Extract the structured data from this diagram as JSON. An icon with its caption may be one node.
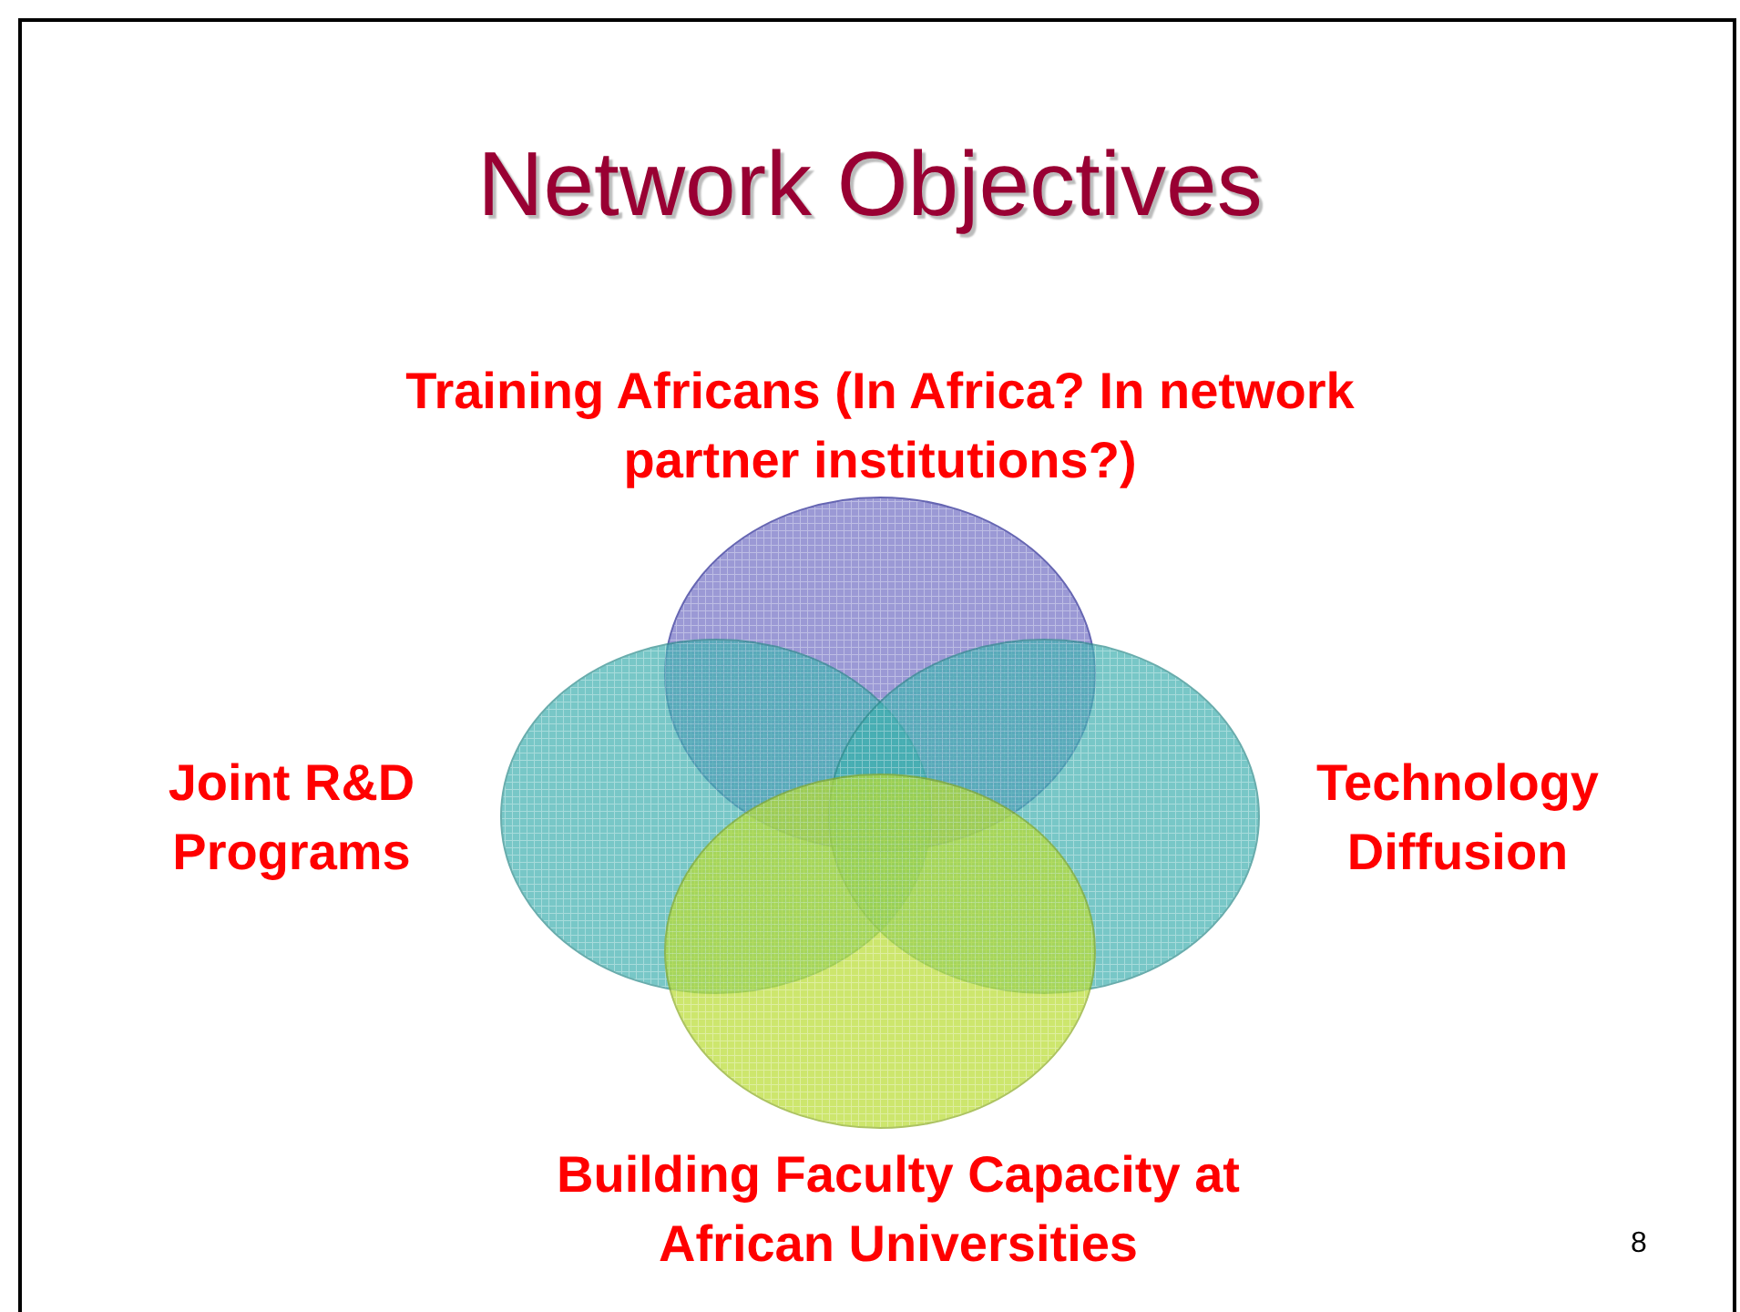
{
  "diagram": {
    "title": "Network Objectives",
    "nodes": [
      {
        "text": [
          "Training Africans (In Africa? In network partner institutions?)"
        ]
      },
      {
        "text": [
          "Joint R&D Programs"
        ]
      },
      {
        "text": [
          "Technology Diffusion"
        ]
      },
      {
        "text": [
          "Building Faculty Capacity at African Universities"
        ]
      }
    ],
    "labels": [
      "8"
    ]
  }
}
